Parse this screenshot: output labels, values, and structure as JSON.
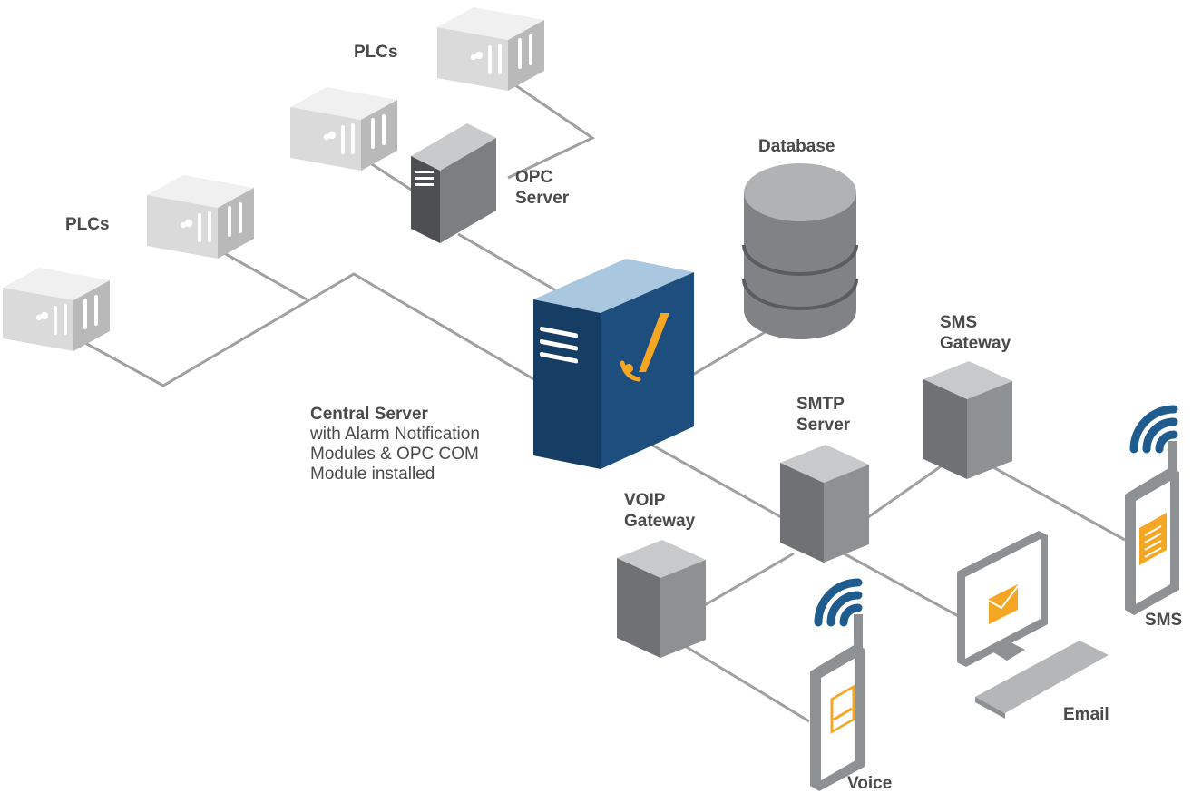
{
  "labels": {
    "plcs_top": "PLCs",
    "plcs_left": "PLCs",
    "opc_server_line1": "OPC",
    "opc_server_line2": "Server",
    "database": "Database",
    "sms_gateway_line1": "SMS",
    "sms_gateway_line2": "Gateway",
    "smtp_server_line1": "SMTP",
    "smtp_server_line2": "Server",
    "voip_gateway_line1": "VOIP",
    "voip_gateway_line2": "Gateway",
    "central_server_title": "Central Server",
    "central_server_desc1": "with Alarm Notification",
    "central_server_desc2": "Modules & OPC COM",
    "central_server_desc3": "Module installed",
    "sms": "SMS",
    "email": "Email",
    "voice": "Voice"
  },
  "colors": {
    "server_blue_front": "#1d4e7e",
    "server_blue_side": "#163d63",
    "server_blue_top": "#a9c8e0",
    "alarm_orange": "#f5a623",
    "gray_device": "#8e9194",
    "wifi_blue": "#1f5b8c",
    "line_gray": "#a0a0a0"
  }
}
